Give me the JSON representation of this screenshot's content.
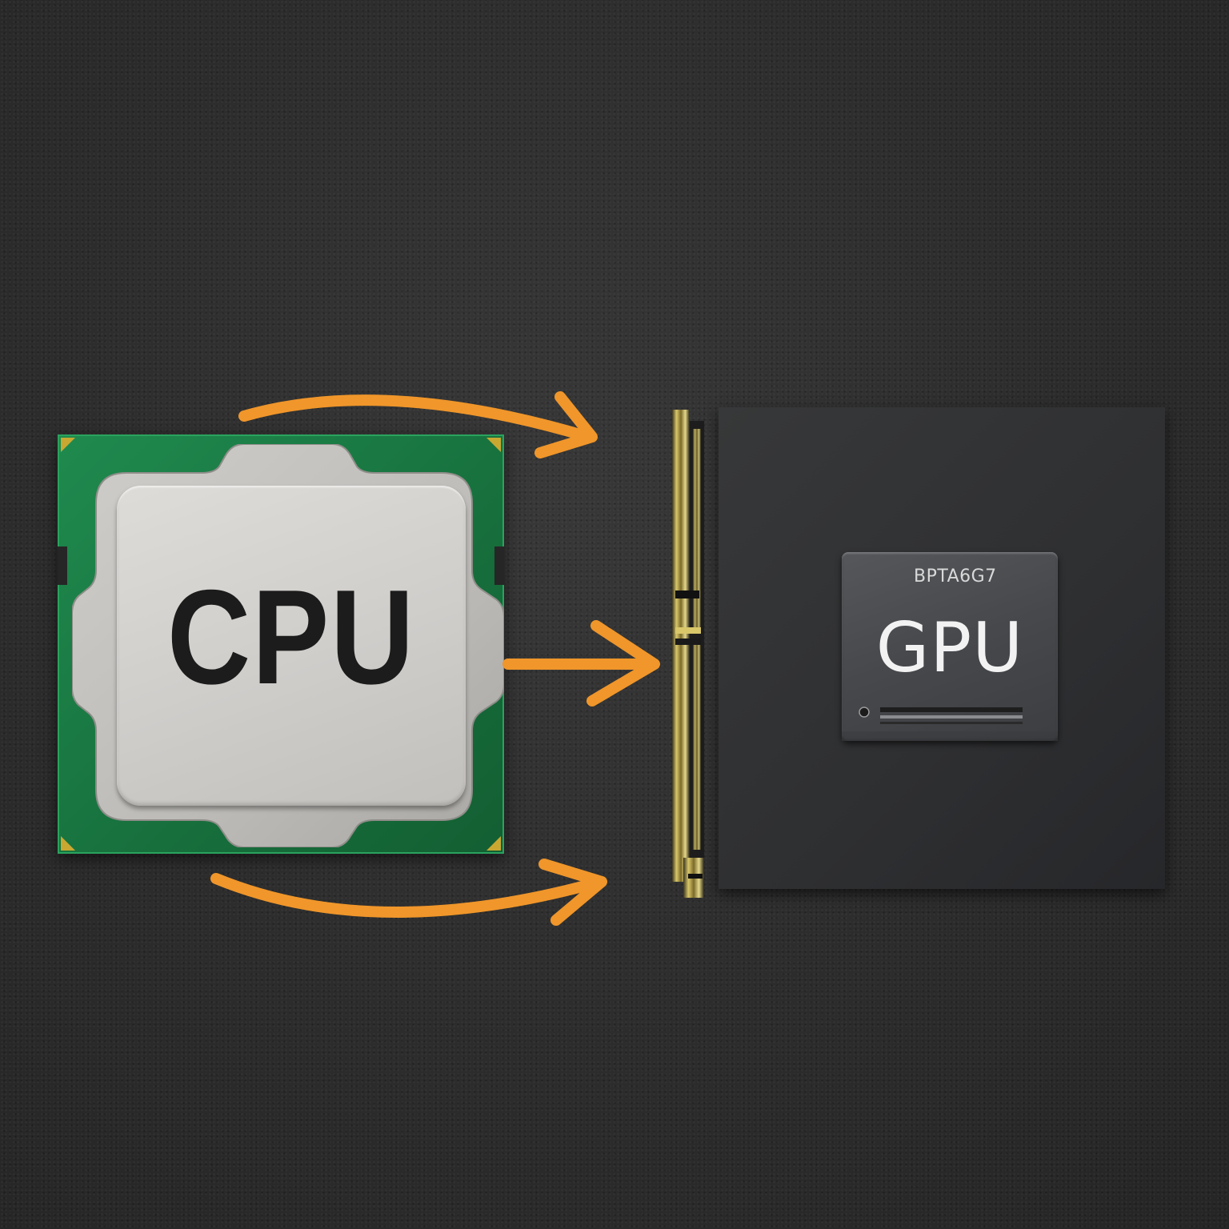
{
  "cpu": {
    "label": "CPU",
    "colors": {
      "substrate": "#1a7a44",
      "heat_spreader": "#d4d2ce",
      "label": "#1c1c1c"
    }
  },
  "gpu": {
    "label": "GPU",
    "model_text": "BPTA6G7",
    "colors": {
      "board": "#303134",
      "chip": "#4a4c50",
      "label": "#f2f2f2",
      "bracket": "#b8a24a"
    }
  },
  "arrows": {
    "color": "#f0962a",
    "count": 3,
    "direction": "cpu-to-gpu"
  },
  "background": {
    "color": "#2d2d2d",
    "texture": "speckled-matte"
  }
}
